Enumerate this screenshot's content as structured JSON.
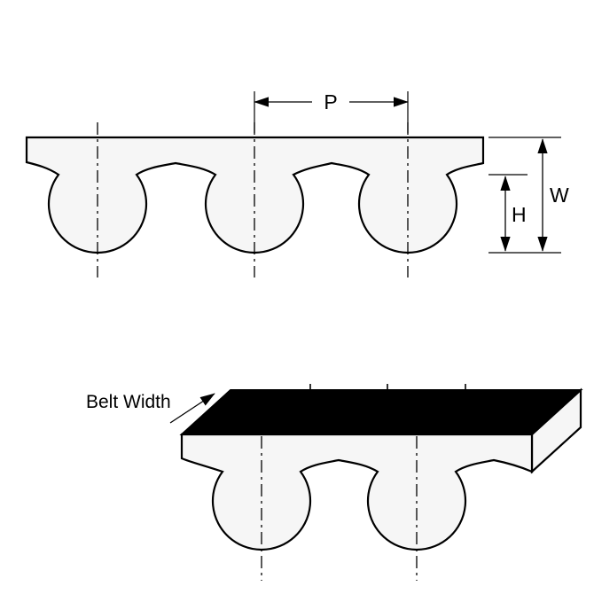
{
  "diagram": {
    "description": "Timing belt tooth profile technical drawing with cross-section and 3D view",
    "labels": {
      "pitch": "P",
      "width": "W",
      "height": "H",
      "belt_width": "Belt Width"
    },
    "colors": {
      "outline": "#000000",
      "belt_fill": "#f6f6f6",
      "top_face": "#000000",
      "background": "#ffffff"
    }
  }
}
